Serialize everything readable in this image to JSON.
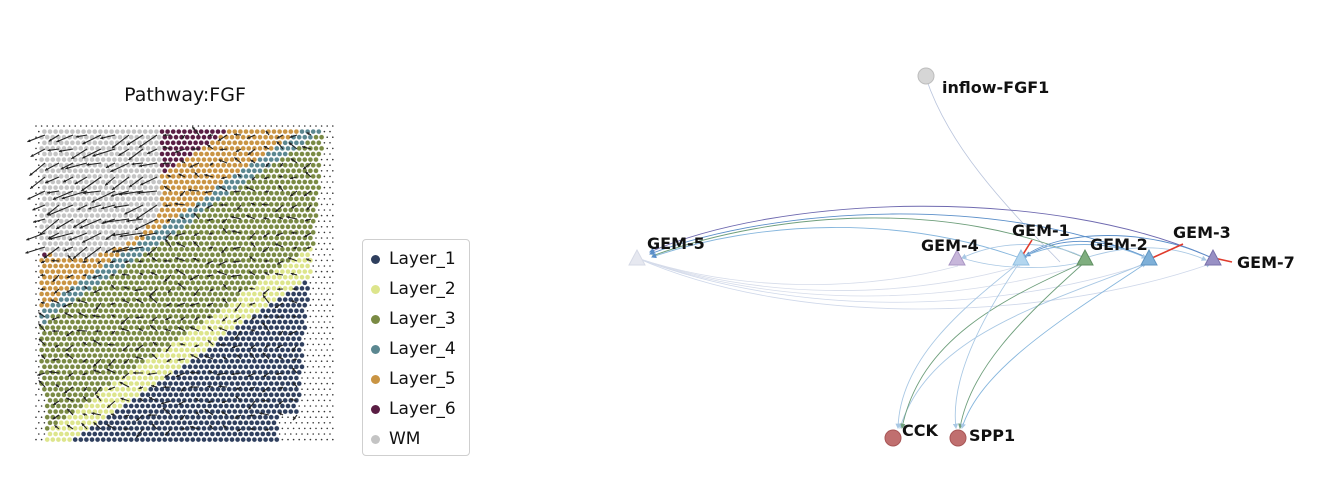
{
  "spatial_plot": {
    "title": "Pathway:FGF"
  },
  "legend": {
    "items": [
      {
        "label": "Layer_1",
        "color": "#2f3f5e"
      },
      {
        "label": "Layer_2",
        "color": "#dde58c"
      },
      {
        "label": "Layer_3",
        "color": "#7a8a44"
      },
      {
        "label": "Layer_4",
        "color": "#5b8790"
      },
      {
        "label": "Layer_5",
        "color": "#c99443"
      },
      {
        "label": "Layer_6",
        "color": "#5a1e44"
      },
      {
        "label": "WM",
        "color": "#c4c4c4"
      }
    ]
  },
  "network": {
    "nodes": [
      {
        "id": "inflow-FGF1",
        "label": "inflow-FGF1",
        "shape": "circle",
        "color": "#d6d6d6"
      },
      {
        "id": "GEM-5",
        "label": "GEM-5",
        "shape": "triangle",
        "color": "#e6e8f0"
      },
      {
        "id": "GEM-4",
        "label": "GEM-4",
        "shape": "triangle",
        "color": "#c7b6da"
      },
      {
        "id": "GEM-1",
        "label": "GEM-1",
        "shape": "triangle",
        "color": "#b3d6ef"
      },
      {
        "id": "GEM-2",
        "label": "GEM-2",
        "shape": "triangle",
        "color": "#7fae7f"
      },
      {
        "id": "GEM-3",
        "label": "GEM-3",
        "shape": "triangle",
        "color": "#7fb0d8"
      },
      {
        "id": "GEM-7",
        "label": "GEM-7",
        "shape": "triangle",
        "color": "#9890c4"
      },
      {
        "id": "CCK",
        "label": "CCK",
        "shape": "circle",
        "color": "#c06f6f"
      },
      {
        "id": "SPP1",
        "label": "SPP1",
        "shape": "circle",
        "color": "#c06f6f"
      }
    ]
  }
}
